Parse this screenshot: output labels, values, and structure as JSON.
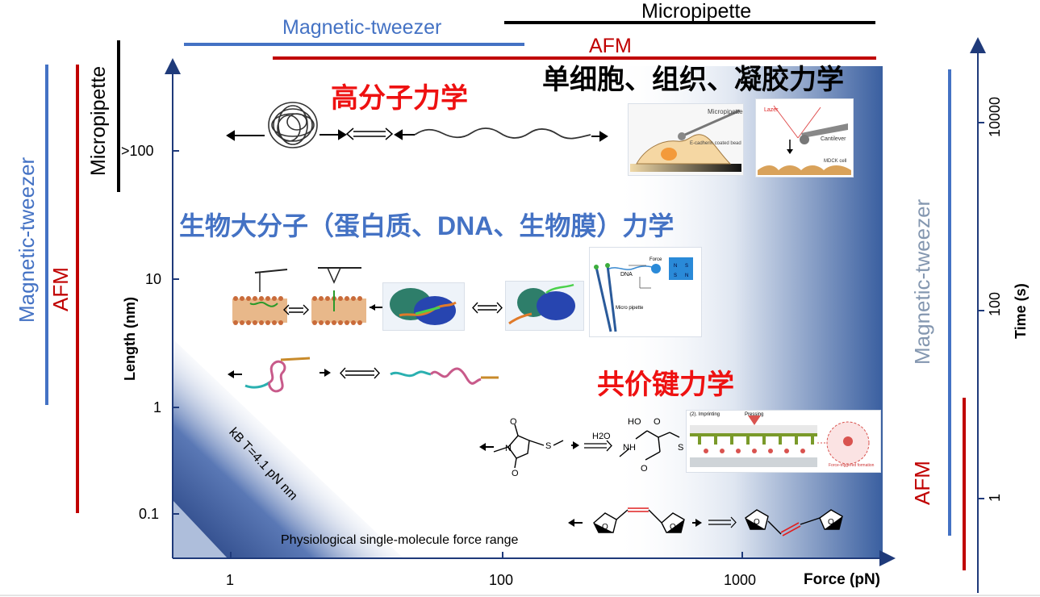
{
  "colors": {
    "blue": "#4472c4",
    "red": "#c00000",
    "black": "#000000",
    "navy": "#1f3a7a",
    "heading_red": "#ee1111",
    "heading_blue": "#4472c4",
    "slate": "#8497b0"
  },
  "top_bars": {
    "magnetic": "Magnetic-tweezer",
    "micropipette": "Micropipette",
    "afm": "AFM"
  },
  "left_bars": {
    "magnetic": "Magnetic-tweezer",
    "afm": "AFM",
    "micropipette": "Micropipette"
  },
  "right_bars": {
    "magnetic": "Magnetic-tweezer",
    "afm": "AFM"
  },
  "axes": {
    "x_label": "Force (pN)",
    "x_ticks": [
      "1",
      "100",
      "1000"
    ],
    "y_label": "Length (nm)",
    "y_ticks": [
      ">100",
      "10",
      "1",
      "0.1"
    ],
    "time_label": "Time (s)",
    "time_ticks": [
      "10000",
      "100",
      "1"
    ]
  },
  "headings": {
    "polymer": "高分子力学",
    "cell": "单细胞、组织、凝胶力学",
    "biomacro": "生物大分子（蛋白质、DNA、生物膜）力学",
    "covalent": "共价键力学"
  },
  "annotations": {
    "kbt": "kB T=4.1 pN nm",
    "physio": "Physiological single-molecule force range",
    "h2o": "H2O"
  },
  "inset_labels": {
    "micropipette": "Micropipette",
    "cadherin": "E-cadherin coated bead",
    "laser": "Lazer",
    "cantilever": "Cantilever",
    "mdck": "MDCK cell",
    "dna": "DNA",
    "force": "Force",
    "micro_pipette": "Micro pipette",
    "imprinting": "(2). Imprinting",
    "pressing": "Pressing",
    "force_triggered": "Force-triggered formation"
  }
}
